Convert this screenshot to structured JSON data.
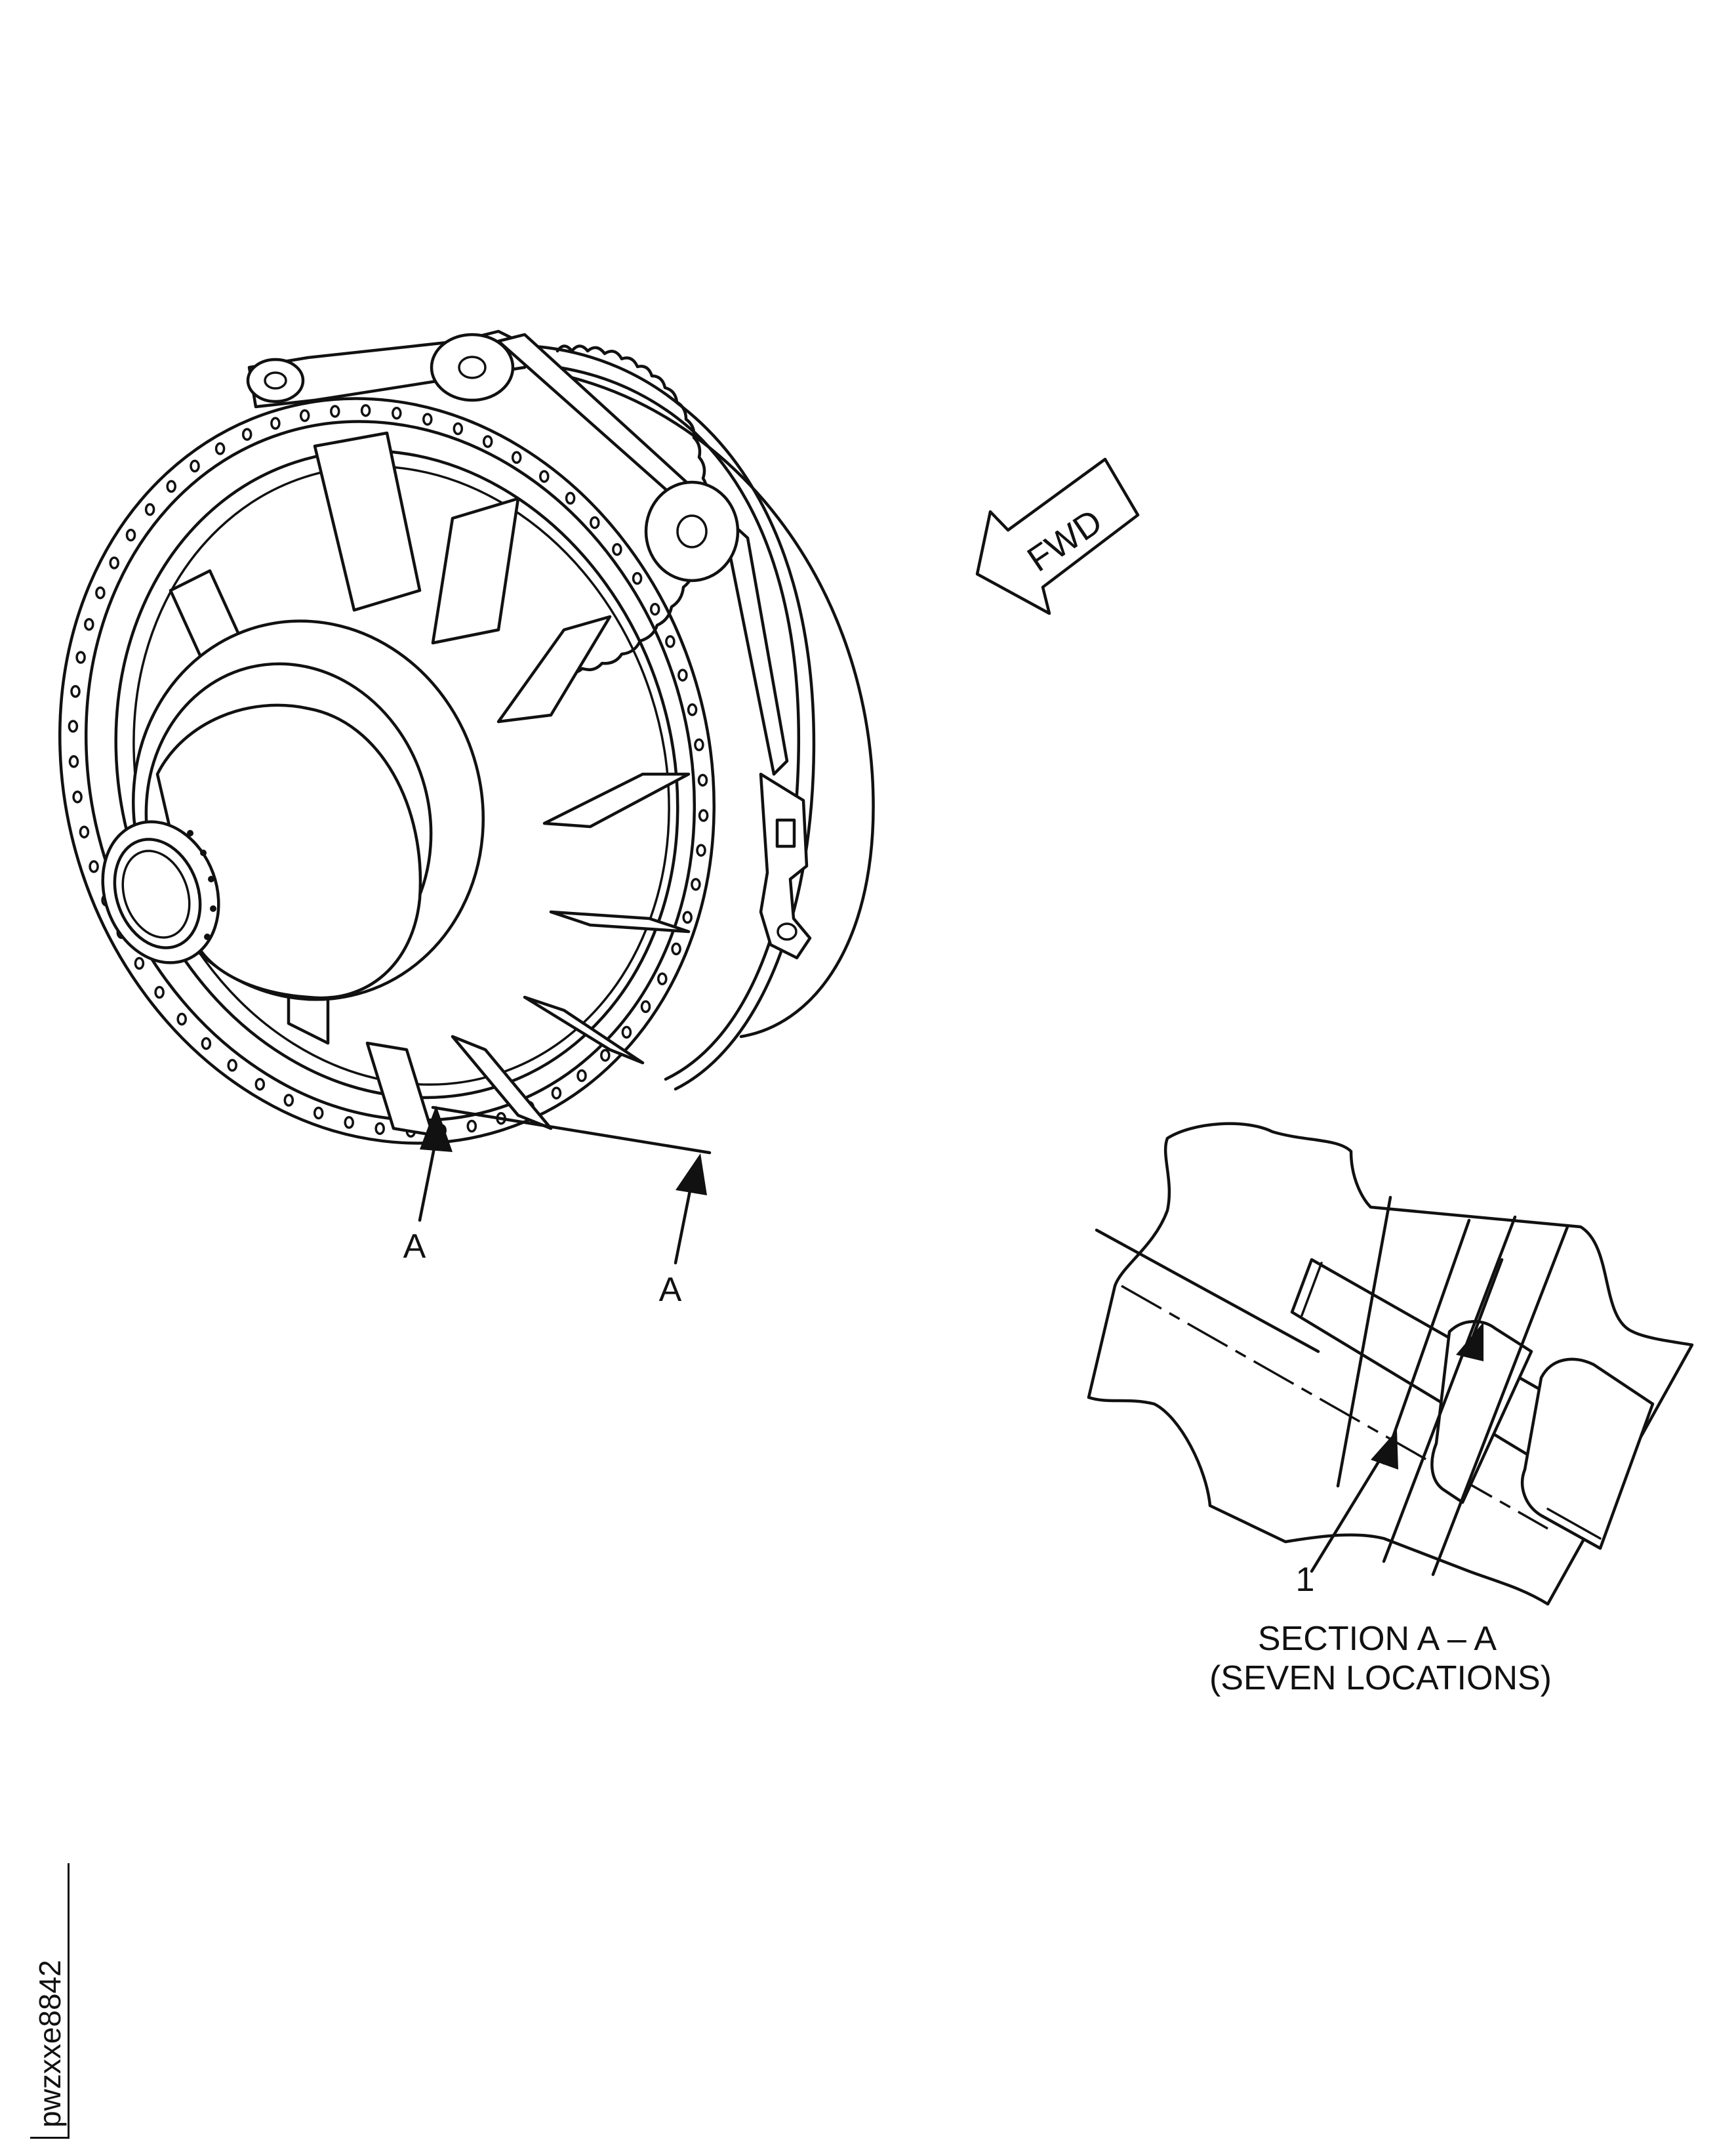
{
  "labels": {
    "fwd": "FWD",
    "view_a_left": "A",
    "view_a_right": "A",
    "item_1": "1",
    "section_title": "SECTION A – A",
    "section_subtitle": "(SEVEN LOCATIONS)",
    "figure_id": "pwzxxe8842"
  },
  "colors": {
    "line": "#111111",
    "background": "#ffffff"
  },
  "icons": {
    "direction": "fwd-arrow-icon",
    "view_arrow": "section-arrow-icon"
  }
}
